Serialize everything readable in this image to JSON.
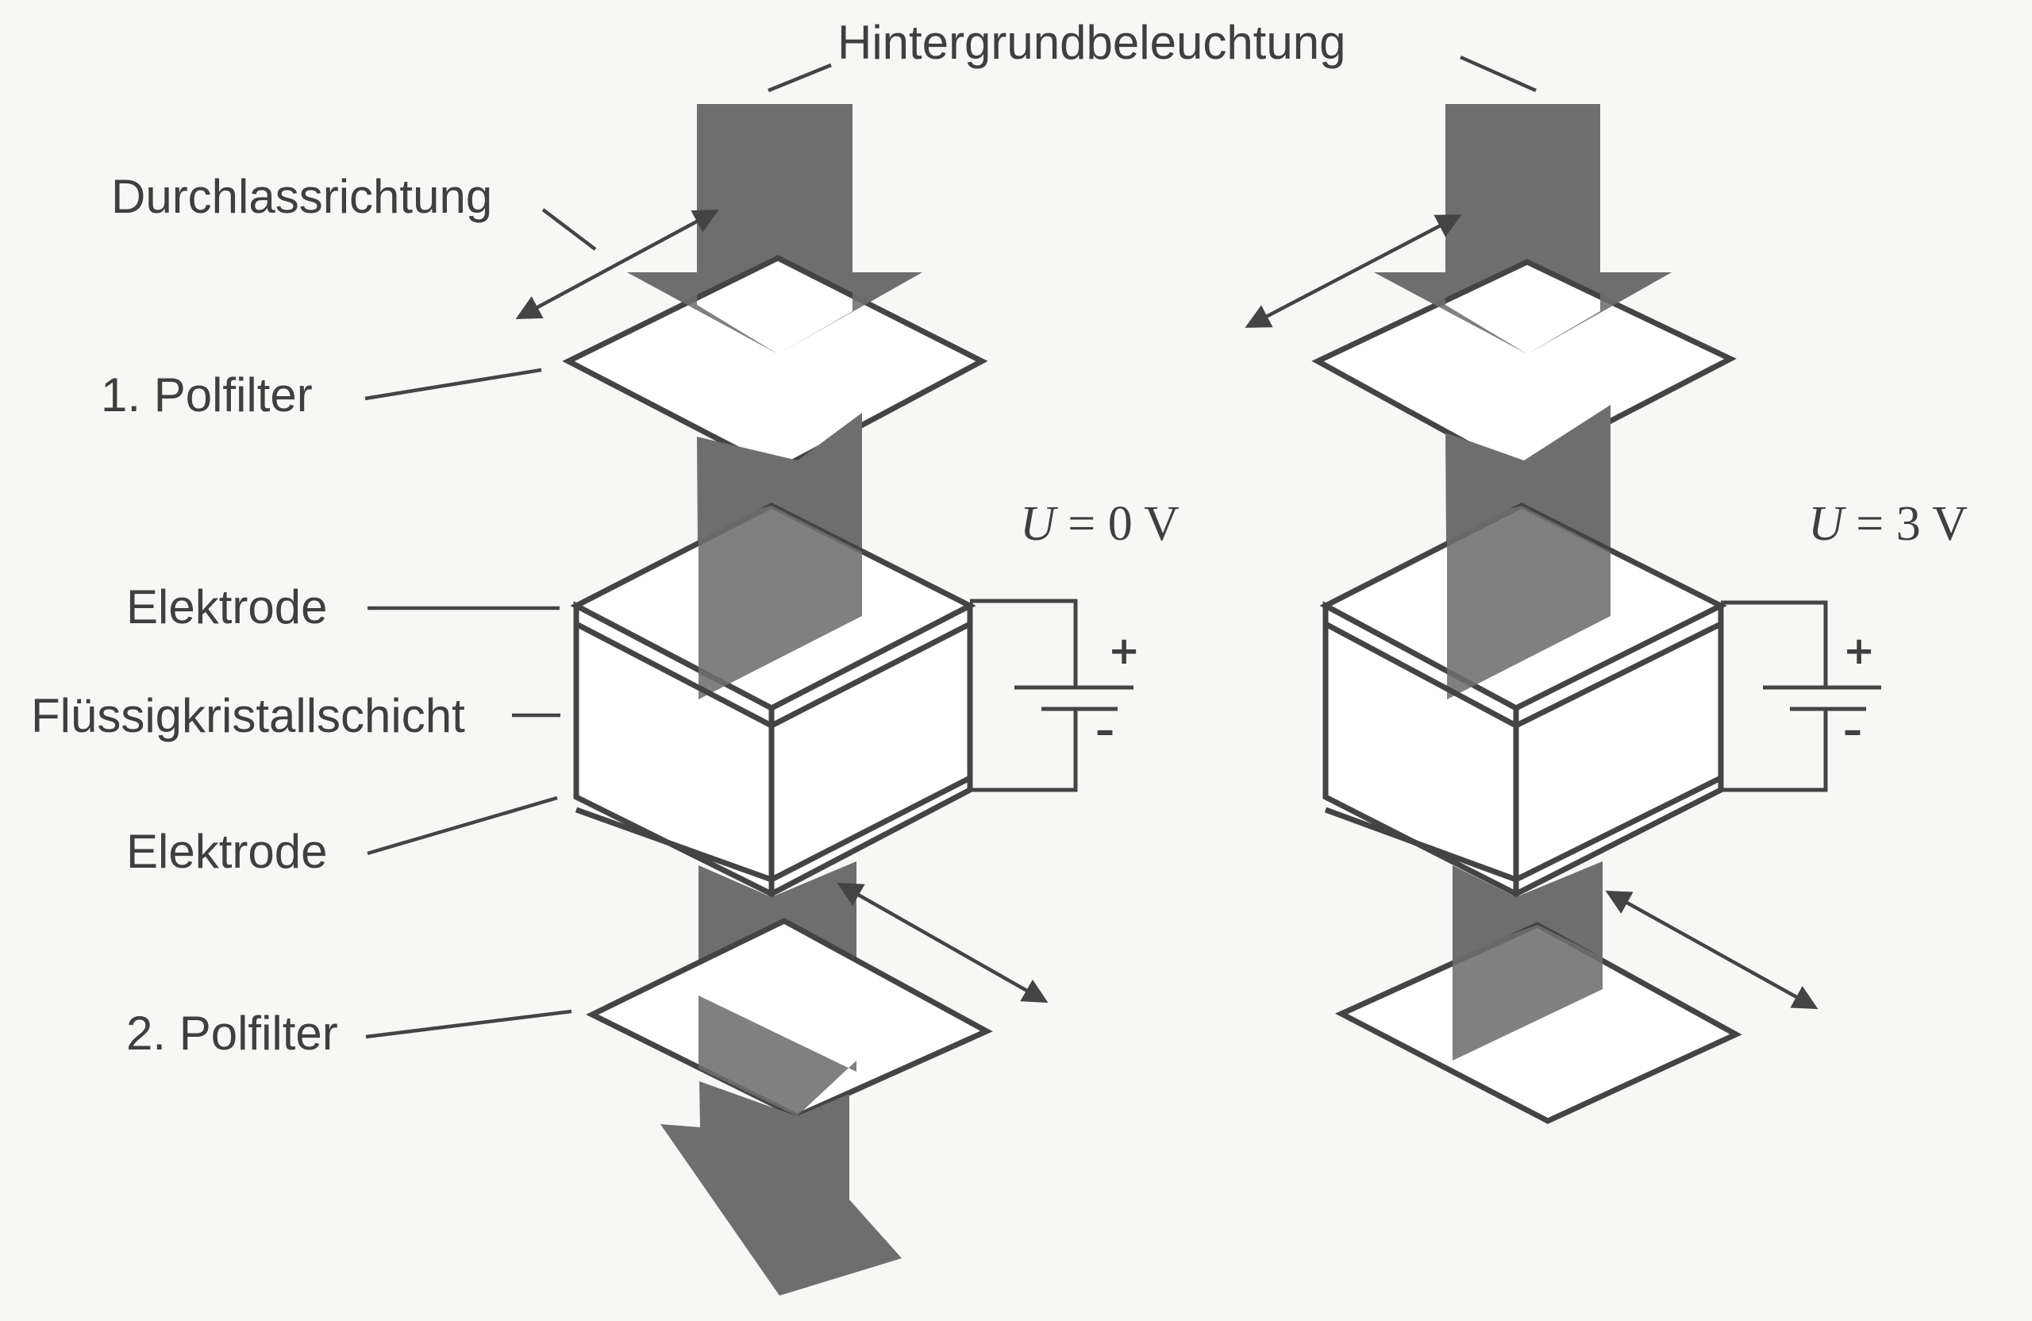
{
  "labels": {
    "backlight": "Hintergrundbeleuchtung",
    "pass_direction": "Durchlassrichtung",
    "polfilter_1": "1. Polfilter",
    "electrode_top": "Elektrode",
    "liquid_crystal_layer": "Flüssigkristallschicht",
    "electrode_bottom": "Elektrode",
    "polfilter_2": "2. Polfilter"
  },
  "panels": [
    {
      "voltage_symbol": "U",
      "voltage_rest": " = 0 V",
      "plus": "+",
      "minus": "–"
    },
    {
      "voltage_symbol": "U",
      "voltage_rest": " = 3 V",
      "plus": "+",
      "minus": "–"
    }
  ],
  "colors": {
    "beam": "#6e6e6e",
    "line": "#444444",
    "text": "#3f3f3f",
    "background": "#f7f7f6"
  }
}
